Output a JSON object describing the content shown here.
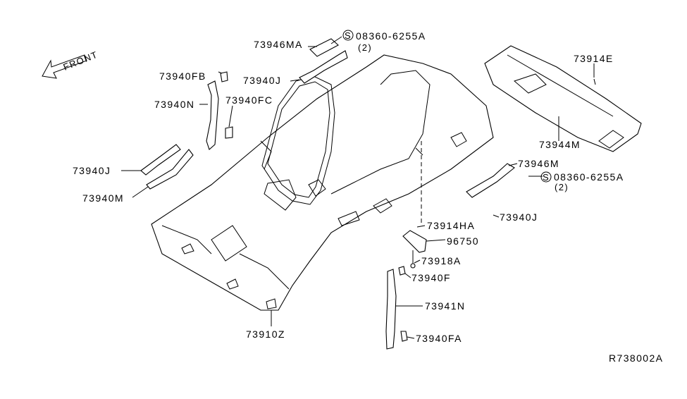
{
  "diagram": {
    "front_label": "FRONT",
    "reference_code": "R738002A",
    "screw_symbol": "S",
    "parts": {
      "p73946MA": "73946MA",
      "screw_top": "08360-6255A",
      "screw_top_qty": "(2)",
      "p73940FB": "73940FB",
      "p73940J_top": "73940J",
      "p73940N": "73940N",
      "p73940FC": "73940FC",
      "p73914E": "73914E",
      "p73944M": "73944M",
      "p73940J_left": "73940J",
      "p73940M": "73940M",
      "p73946M": "73946M",
      "screw_right": "08360-6255A",
      "screw_right_qty": "(2)",
      "p73940J_right": "73940J",
      "p73914HA": "73914HA",
      "p96750": "96750",
      "p73918A": "73918A",
      "p73940F": "73940F",
      "p73941N": "73941N",
      "p73940FA": "73940FA",
      "p73910Z": "73910Z"
    }
  }
}
